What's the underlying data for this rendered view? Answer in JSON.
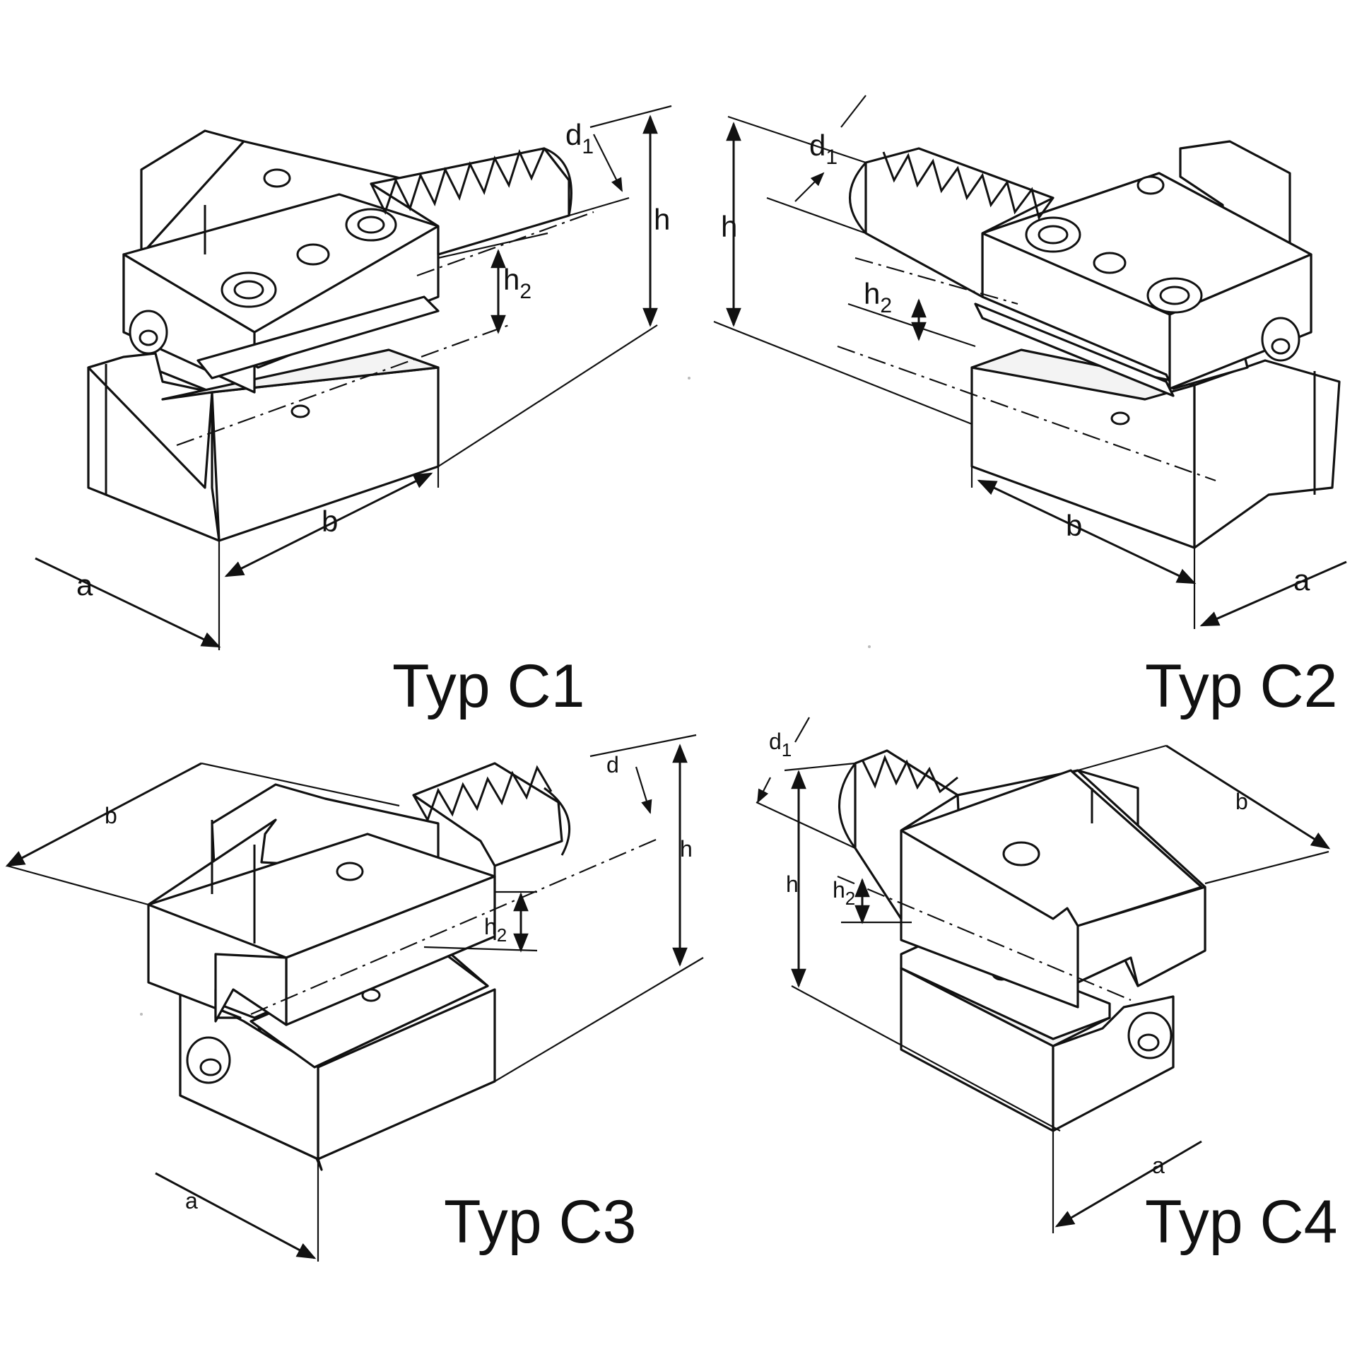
{
  "figures": [
    {
      "title": "Typ C1",
      "labels": {
        "d": "d",
        "d_sub": "1",
        "h": "h",
        "h2": "h",
        "h2_sub": "2",
        "b": "b",
        "a": "a"
      }
    },
    {
      "title": "Typ C2",
      "labels": {
        "d": "d",
        "d_sub": "1",
        "h": "h",
        "h2": "h",
        "h2_sub": "2",
        "b": "b",
        "a": "a"
      }
    },
    {
      "title": "Typ C3",
      "labels": {
        "d": "d",
        "h": "h",
        "h2": "h",
        "h2_sub": "2",
        "b": "b",
        "a": "a"
      }
    },
    {
      "title": "Typ C4",
      "labels": {
        "d": "d",
        "d_sub": "1",
        "h": "h",
        "h2": "h",
        "h2_sub": "2",
        "b": "b",
        "a": "a"
      }
    }
  ]
}
